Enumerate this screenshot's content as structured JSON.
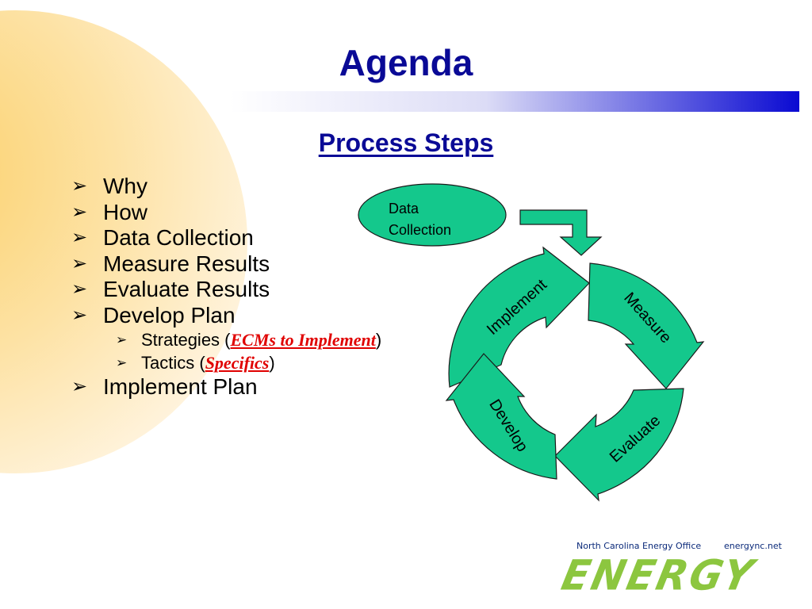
{
  "slide": {
    "title": "Agenda",
    "subtitle": "Process Steps",
    "bullets": [
      {
        "level": 1,
        "text": "Why"
      },
      {
        "level": 1,
        "text": "How"
      },
      {
        "level": 1,
        "text": "Data Collection"
      },
      {
        "level": 1,
        "text": "Measure Results"
      },
      {
        "level": 1,
        "text": "Evaluate Results"
      },
      {
        "level": 1,
        "text": "Develop Plan"
      },
      {
        "level": 2,
        "text": "Strategies (",
        "emphasis": "ECMs to Implement",
        "suffix": ")"
      },
      {
        "level": 2,
        "text": "Tactics (",
        "emphasis": "Specifics",
        "suffix": ")"
      },
      {
        "level": 1,
        "text": "Implement Plan"
      }
    ],
    "bullet_icon": "arrowhead-bullet-icon"
  },
  "diagram": {
    "start_node": {
      "line1": "Data",
      "line2": "Collection"
    },
    "cycle_steps": [
      "Implement",
      "Measure",
      "Evaluate",
      "Develop"
    ]
  },
  "logo": {
    "agency": "North Carolina Energy Office",
    "site": "energync.net",
    "wordmark": "ENERGY"
  },
  "colors": {
    "title": "#0a0a96",
    "arrow_fill": "#14c88c",
    "emphasis": "#e00000",
    "logo_green": "#8cc63f",
    "background_circle": "#fbc84a"
  }
}
